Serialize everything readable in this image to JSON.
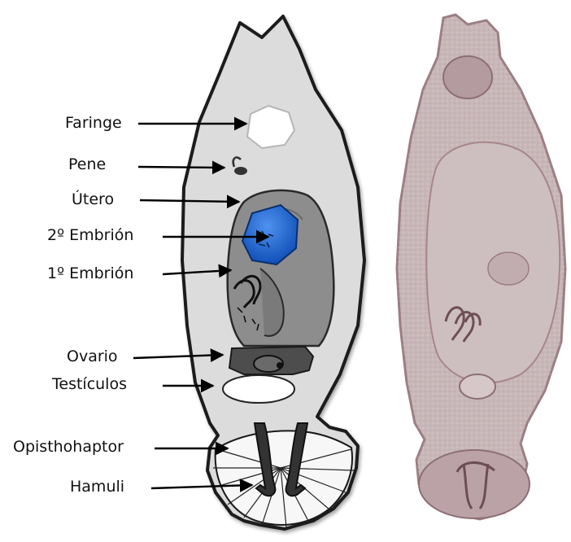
{
  "labels": {
    "pharynx": "Faringe",
    "penis": "Pene",
    "uterus": "Útero",
    "embryo2": "2º Embrión",
    "embryo1": "1º Embrión",
    "ovary": "Ovario",
    "testes": "Testículos",
    "opisthohaptor": "Opisthohaptor",
    "hamuli": "Hamuli"
  },
  "colors": {
    "body": "#dcdcdc",
    "outline": "#1a1a1a",
    "uterus": "#8d8d8d",
    "embryo": "#1f63c9",
    "ovary": "#4d4d4d",
    "hamuli": "#333333",
    "photo": "#c8b7b8"
  },
  "icons": {
    "schematic": "worm-schematic",
    "photo": "micrograph-photo"
  }
}
